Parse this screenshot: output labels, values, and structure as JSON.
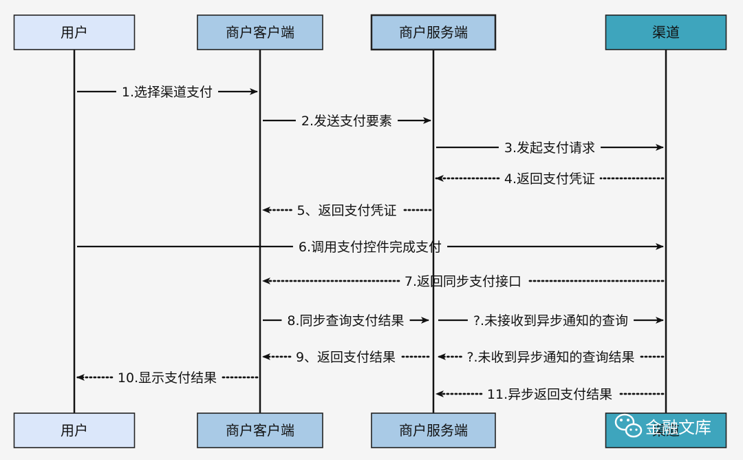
{
  "actors": [
    {
      "id": "user",
      "label": "用户",
      "fill": "#dbe7fa"
    },
    {
      "id": "client",
      "label": "商户客户端",
      "fill": "#a9cae6"
    },
    {
      "id": "server",
      "label": "商户服务端",
      "fill": "#a9cae6"
    },
    {
      "id": "channel",
      "label": "渠道",
      "fill": "#3ea5bd"
    }
  ],
  "messages": [
    {
      "from": "user",
      "to": "client",
      "label": "1.选择渠道支付",
      "style": "solid"
    },
    {
      "from": "client",
      "to": "server",
      "label": "2.发送支付要素",
      "style": "solid"
    },
    {
      "from": "server",
      "to": "channel",
      "label": "3.发起支付请求",
      "style": "solid"
    },
    {
      "from": "channel",
      "to": "server",
      "label": "4.返回支付凭证",
      "style": "dotted"
    },
    {
      "from": "server",
      "to": "client",
      "label": "5、返回支付凭证",
      "style": "dotted"
    },
    {
      "from": "user",
      "to": "channel",
      "label": "6.调用支付控件完成支付",
      "style": "solid"
    },
    {
      "from": "channel",
      "to": "client",
      "label": "7.返回同步支付接口",
      "style": "dotted"
    },
    {
      "from": "client",
      "to": "server",
      "label": "8.同步查询支付结果",
      "style": "solid"
    },
    {
      "from": "server",
      "to": "channel",
      "label": "?.未接收到异步通知的查询",
      "style": "solid"
    },
    {
      "from": "server",
      "to": "client",
      "label": "9、返回支付结果",
      "style": "dotted"
    },
    {
      "from": "channel",
      "to": "server",
      "label": "?.未收到异步通知的查询结果",
      "style": "dotted"
    },
    {
      "from": "client",
      "to": "user",
      "label": "10.显示支付结果",
      "style": "dotted"
    },
    {
      "from": "channel",
      "to": "server",
      "label": "11.异步返回支付结果",
      "style": "dotted"
    }
  ],
  "watermark": {
    "icon": "wechat-icon",
    "text": "金融文库",
    "color": "#ffffff"
  }
}
